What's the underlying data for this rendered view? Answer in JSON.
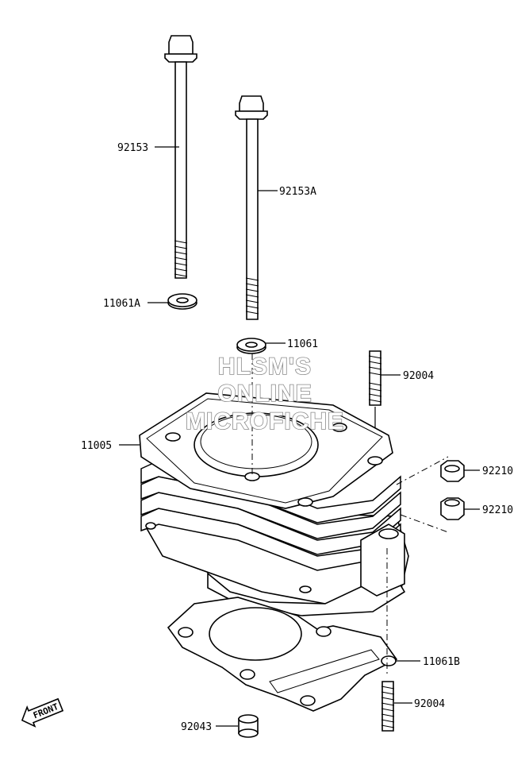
{
  "diagram": {
    "part_labels": {
      "p92153": "92153",
      "p92153A": "92153A",
      "p11061A": "11061A",
      "p11061": "11061",
      "p92004_top": "92004",
      "p11005": "11005",
      "p92210_a": "92210",
      "p92210_b": "92210",
      "p11061B": "11061B",
      "p92004_bottom": "92004",
      "p92043": "92043"
    },
    "watermark": {
      "line1": "HLSM'S",
      "line2": "ONLINE",
      "line3": "MICROFICHE"
    },
    "front_badge": "FRONT"
  }
}
